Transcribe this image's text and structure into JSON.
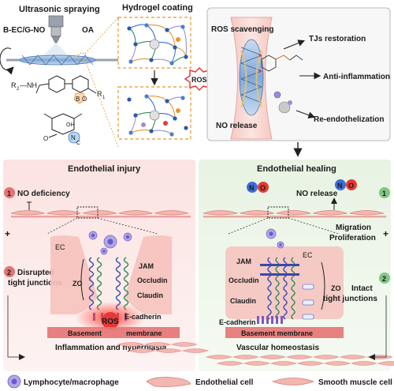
{
  "top": {
    "ultrasonic_spraying": "Ultrasonic spraying",
    "hydrogel_coating": "Hydrogel coating",
    "b_ec_g_no": "B-EC/G-NO",
    "oa": "OA",
    "ros": "ROS",
    "boronate_r2": "R",
    "boronate_r2_sub": "2",
    "boronate_nh": "—NH",
    "boronate_r1": "R",
    "boronate_r1_sub": "1",
    "boronate_b": "B",
    "boronate_o": "O",
    "diazeniumdiolate_oh": "OH",
    "diazeniumdiolate_n": "N",
    "diazeniumdiolate_c": "C",
    "diazeniumdiolate_o": "O"
  },
  "effects": {
    "ros_scavenging": "ROS scavenging",
    "no_release": "NO release",
    "tjs_restoration": "TJs restoration",
    "anti_inflammation": "Anti-inflammation",
    "re_endothelization": "Re-endothelization"
  },
  "injury": {
    "title": "Endothelial injury",
    "step1_number": "1",
    "step1_label": "NO deficiency",
    "plus": "+",
    "step2_number": "2",
    "step2_label_line1": "Disrupted",
    "step2_label_line2": "tight junctions",
    "ec": "EC",
    "zo": "ZO",
    "jam": "JAM",
    "occludin": "Occludin",
    "claudin": "Claudin",
    "ros": "ROS",
    "e_cadherin": "E-cadherin",
    "basement": "Basement",
    "membrane": "membrane",
    "outcome": "Inflammation and hyperplasia"
  },
  "healing": {
    "title": "Endothelial healing",
    "no_release": "NO release",
    "no_n": "N",
    "no_o": "O",
    "step1_number": "1",
    "migration": "Migration",
    "proliferation": "Proliferation",
    "plus": "+",
    "step2_number": "2",
    "step2_label_line1": "Intact",
    "step2_label_line2": "tight junctions",
    "ec": "EC",
    "jam": "JAM",
    "occludin": "Occludin",
    "claudin": "Claudin",
    "zo": "ZO",
    "e_cadherin": "E-cadherin",
    "basement_membrane": "Basement membrane",
    "outcome": "Vascular homeostasis"
  },
  "legend": {
    "lymphocyte": "Lymphocyte/macrophage",
    "endothelial": "Endothelial cell",
    "smooth_muscle": "Smooth muscle cell"
  },
  "colors": {
    "injury_title": "#c0392b",
    "healing_title": "#4caf50",
    "dashed_orange": "#e8962f",
    "ros_red": "#e53935",
    "endothelial_pink": "#f4b6b0",
    "claudin_green": "#2e8b57",
    "jam_blue": "#3949ab",
    "cadherin_purple": "#7e57c2"
  }
}
